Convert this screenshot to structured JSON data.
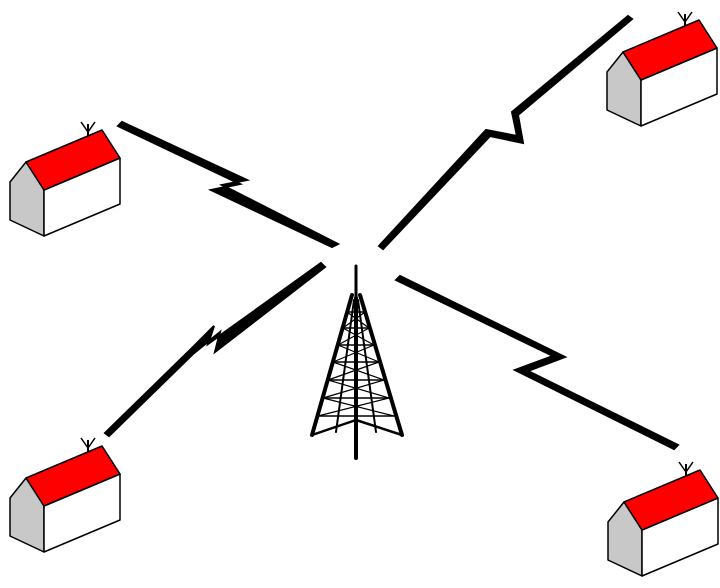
{
  "colors": {
    "roof": "#ff0000",
    "wall_front": "#ffffff",
    "wall_side": "#c8c8c8",
    "stroke": "#000000",
    "background": "#ffffff"
  },
  "tower": {
    "icon": "transmission-tower-icon"
  },
  "houses": [
    {
      "id": "top-left",
      "icon": "house-with-antenna-icon"
    },
    {
      "id": "top-right",
      "icon": "house-with-antenna-icon"
    },
    {
      "id": "bottom-left",
      "icon": "house-with-antenna-icon"
    },
    {
      "id": "bottom-right",
      "icon": "house-with-antenna-icon"
    }
  ],
  "links": [
    {
      "id": "top-left",
      "icon": "lightning-signal-icon"
    },
    {
      "id": "top-right",
      "icon": "lightning-signal-icon"
    },
    {
      "id": "bottom-left",
      "icon": "lightning-signal-icon"
    },
    {
      "id": "bottom-right",
      "icon": "lightning-signal-icon"
    }
  ]
}
